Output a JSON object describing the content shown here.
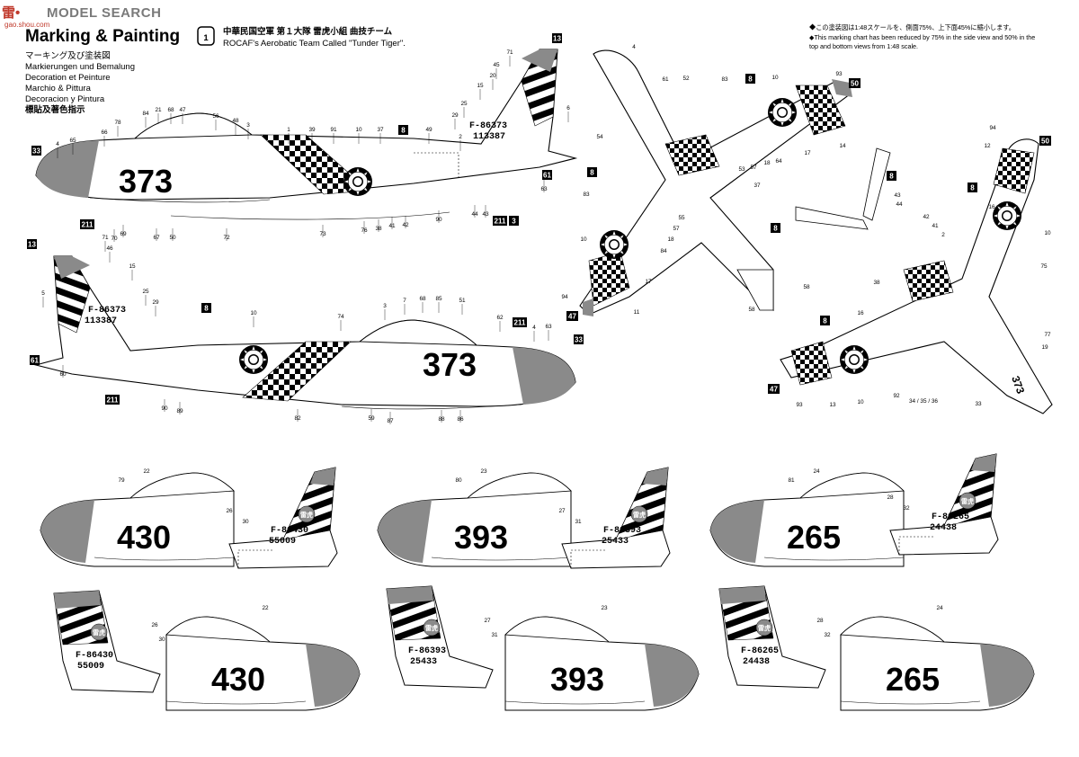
{
  "watermark": {
    "glyphs": "雷•",
    "search": "MODEL SEARCH",
    "url": "gao.shou.com"
  },
  "header": {
    "title": "Marking & Painting",
    "subtitles": [
      "マーキング及び塗装図",
      "Markierungen und Bemalung",
      "Decoration et Peinture",
      "Marchio & Pittura",
      "Decoracion y Pintura",
      "標貼及著色指示"
    ]
  },
  "scheme": {
    "number": "1",
    "line1_ja": "中華民国空軍  第１大隊  雷虎小組  曲技チーム",
    "line1_parts": [
      "中華民国空軍",
      "第１大隊",
      "雷虎小組",
      "曲技チーム"
    ],
    "line2": "ROCAF's Aerobatic Team Called \"Tunder Tiger\"."
  },
  "scale_note": {
    "ja": "◆この塗装図は1:48スケールを、側面75%、上下面45%に縮小します。",
    "en_line1": "◆This marking chart has been reduced by 75% in the side view and 50% in the",
    "en_line2": "top and bottom views from 1:48 scale."
  },
  "colors": {
    "grey_marking": "#8a8a8a",
    "black_marking": "#000000",
    "callout_box": "#000000",
    "watermark_red": "#c0392b"
  },
  "color_callouts": {
    "box_8": "8",
    "box_13": "13",
    "box_61": "61",
    "box_211": "211",
    "box_3": "3",
    "box_33": "33",
    "box_47": "47",
    "box_50": "50"
  },
  "main_aircraft": {
    "nose_number": "373",
    "tail_serial": "F-86373",
    "tail_number": "113387",
    "upper_callouts": [
      "78",
      "84",
      "21",
      "68",
      "47",
      "56",
      "48",
      "3",
      "1",
      "39",
      "91",
      "10",
      "37",
      "49",
      "2",
      "45",
      "20",
      "71",
      "15",
      "25",
      "29",
      "6",
      "4",
      "65",
      "66",
      "69",
      "70",
      "67",
      "50",
      "72",
      "73",
      "76",
      "38",
      "41",
      "42",
      "90",
      "44",
      "43",
      "63"
    ],
    "lower_callouts": [
      "5",
      "71",
      "46",
      "15",
      "25",
      "29",
      "10",
      "74",
      "3",
      "7",
      "68",
      "85",
      "51",
      "62",
      "4",
      "63",
      "60",
      "90",
      "89",
      "82",
      "59",
      "87",
      "88",
      "86"
    ]
  },
  "top_bottom_callouts": [
    "4",
    "61",
    "52",
    "83",
    "10",
    "93",
    "54",
    "53",
    "57",
    "18",
    "64",
    "17",
    "14",
    "37",
    "83",
    "55",
    "57",
    "18",
    "84",
    "10",
    "17",
    "94",
    "58",
    "11",
    "58",
    "94",
    "12",
    "16",
    "10",
    "75",
    "43",
    "44",
    "42",
    "41",
    "2",
    "38",
    "16",
    "77",
    "19",
    "13",
    "10",
    "92",
    "93",
    "34 / 35 / 36",
    "33"
  ],
  "variants": [
    {
      "nose_number": "430",
      "serial": "F-86430",
      "tail_number": "55009",
      "callouts": [
        "79",
        "22",
        "26",
        "30"
      ]
    },
    {
      "nose_number": "393",
      "serial": "F-86393",
      "tail_number": "25433",
      "callouts": [
        "80",
        "23",
        "27",
        "31"
      ]
    },
    {
      "nose_number": "265",
      "serial": "F-86265",
      "tail_number": "24438",
      "callouts": [
        "81",
        "24",
        "28",
        "32"
      ]
    }
  ],
  "badge_text": "雷虎"
}
